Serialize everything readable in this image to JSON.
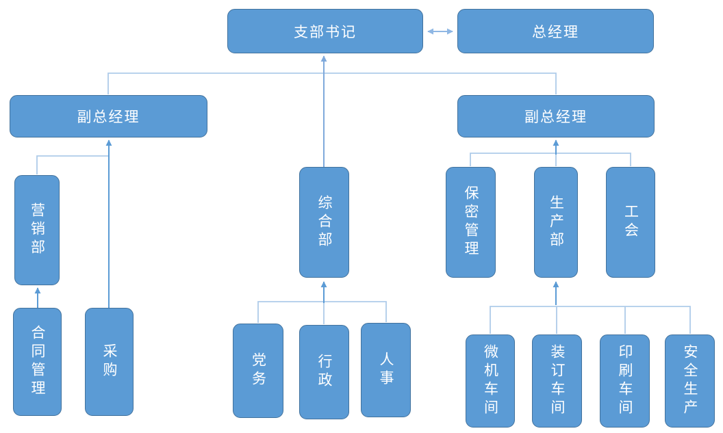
{
  "diagram": {
    "type": "org-chart",
    "background": "#ffffff",
    "colors": {
      "node_fill": "#5B9BD5",
      "node_border": "#41719C",
      "node_text": "#ffffff",
      "connector_light": "#AECBE9",
      "connector_arrow": "#5B9BD5",
      "connector_mid": "#7FA9DB",
      "double_arrow": "#8FB7E4"
    },
    "nodes": [
      {
        "id": "branch-secretary",
        "label": "支部书记",
        "orientation": "horizontal"
      },
      {
        "id": "general-manager",
        "label": "总经理",
        "orientation": "horizontal"
      },
      {
        "id": "deputy-gm-left",
        "label": "副总经理",
        "orientation": "horizontal"
      },
      {
        "id": "deputy-gm-right",
        "label": "副总经理",
        "orientation": "horizontal"
      },
      {
        "id": "marketing-dept",
        "label": "营销部",
        "orientation": "vertical"
      },
      {
        "id": "general-affairs-dept",
        "label": "综合部",
        "orientation": "vertical"
      },
      {
        "id": "confidentiality-mgmt",
        "label": "保密管理",
        "orientation": "vertical"
      },
      {
        "id": "production-dept",
        "label": "生产部",
        "orientation": "vertical"
      },
      {
        "id": "labor-union",
        "label": "工会",
        "orientation": "vertical"
      },
      {
        "id": "contract-mgmt",
        "label": "合同管理",
        "orientation": "vertical"
      },
      {
        "id": "procurement",
        "label": "采购",
        "orientation": "vertical"
      },
      {
        "id": "party-affairs",
        "label": "党务",
        "orientation": "vertical"
      },
      {
        "id": "administration",
        "label": "行政",
        "orientation": "vertical"
      },
      {
        "id": "personnel",
        "label": "人事",
        "orientation": "vertical"
      },
      {
        "id": "computer-workshop",
        "label": "微机车间",
        "orientation": "vertical"
      },
      {
        "id": "binding-workshop",
        "label": "装订车间",
        "orientation": "vertical"
      },
      {
        "id": "printing-workshop",
        "label": "印刷车间",
        "orientation": "vertical"
      },
      {
        "id": "safety-production",
        "label": "安全生产",
        "orientation": "vertical"
      }
    ],
    "edges": [
      {
        "from": "branch-secretary",
        "to": "general-manager",
        "type": "bidirectional"
      },
      {
        "from": "deputy-gm-left",
        "to": "branch-secretary",
        "type": "reports-to"
      },
      {
        "from": "deputy-gm-right",
        "to": "branch-secretary",
        "type": "reports-to"
      },
      {
        "from": "general-affairs-dept",
        "to": "branch-secretary",
        "type": "reports-to"
      },
      {
        "from": "marketing-dept",
        "to": "deputy-gm-left",
        "type": "reports-to"
      },
      {
        "from": "procurement",
        "to": "deputy-gm-left",
        "type": "reports-to"
      },
      {
        "from": "contract-mgmt",
        "to": "marketing-dept",
        "type": "reports-to"
      },
      {
        "from": "confidentiality-mgmt",
        "to": "deputy-gm-right",
        "type": "reports-to"
      },
      {
        "from": "production-dept",
        "to": "deputy-gm-right",
        "type": "reports-to"
      },
      {
        "from": "labor-union",
        "to": "deputy-gm-right",
        "type": "reports-to"
      },
      {
        "from": "party-affairs",
        "to": "general-affairs-dept",
        "type": "reports-to"
      },
      {
        "from": "administration",
        "to": "general-affairs-dept",
        "type": "reports-to"
      },
      {
        "from": "personnel",
        "to": "general-affairs-dept",
        "type": "reports-to"
      },
      {
        "from": "computer-workshop",
        "to": "production-dept",
        "type": "reports-to"
      },
      {
        "from": "binding-workshop",
        "to": "production-dept",
        "type": "reports-to"
      },
      {
        "from": "printing-workshop",
        "to": "production-dept",
        "type": "reports-to"
      },
      {
        "from": "safety-production",
        "to": "production-dept",
        "type": "reports-to"
      }
    ]
  }
}
